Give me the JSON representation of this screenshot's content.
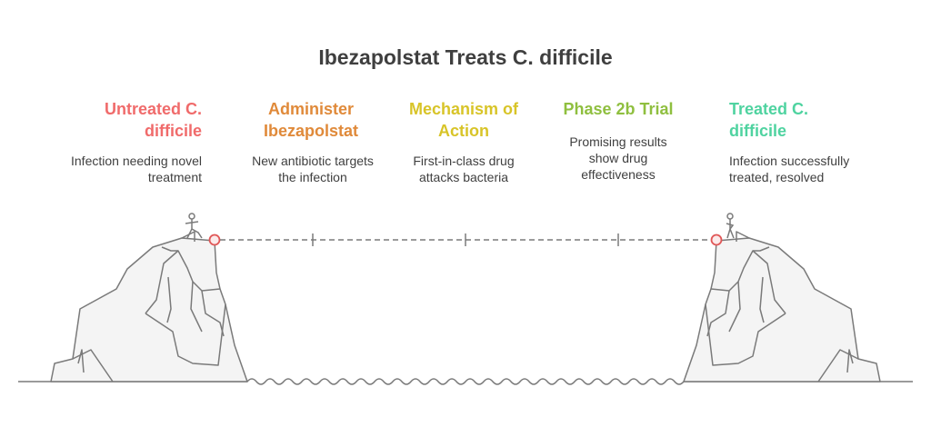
{
  "title": "Ibezapolstat Treats C. difficile",
  "steps": [
    {
      "title": "Untreated C. difficile",
      "description": "Infection needing novel treatment",
      "color": "#f06b6b"
    },
    {
      "title": "Administer Ibezapolstat",
      "description": "New antibiotic targets the infection",
      "color": "#e08a3a"
    },
    {
      "title": "Mechanism of Action",
      "description": "First-in-class drug attacks bacteria",
      "color": "#d8c428"
    },
    {
      "title": "Phase 2b Trial",
      "description": "Promising results show drug effectiveness",
      "color": "#8fbf3f"
    },
    {
      "title": "Treated C. difficile",
      "description": "Infection successfully treated, resolved",
      "color": "#4fd3a0"
    }
  ],
  "colors": {
    "outline": "#7a7a7a",
    "rock_fill": "#f4f4f4",
    "marker": "#e05656"
  }
}
